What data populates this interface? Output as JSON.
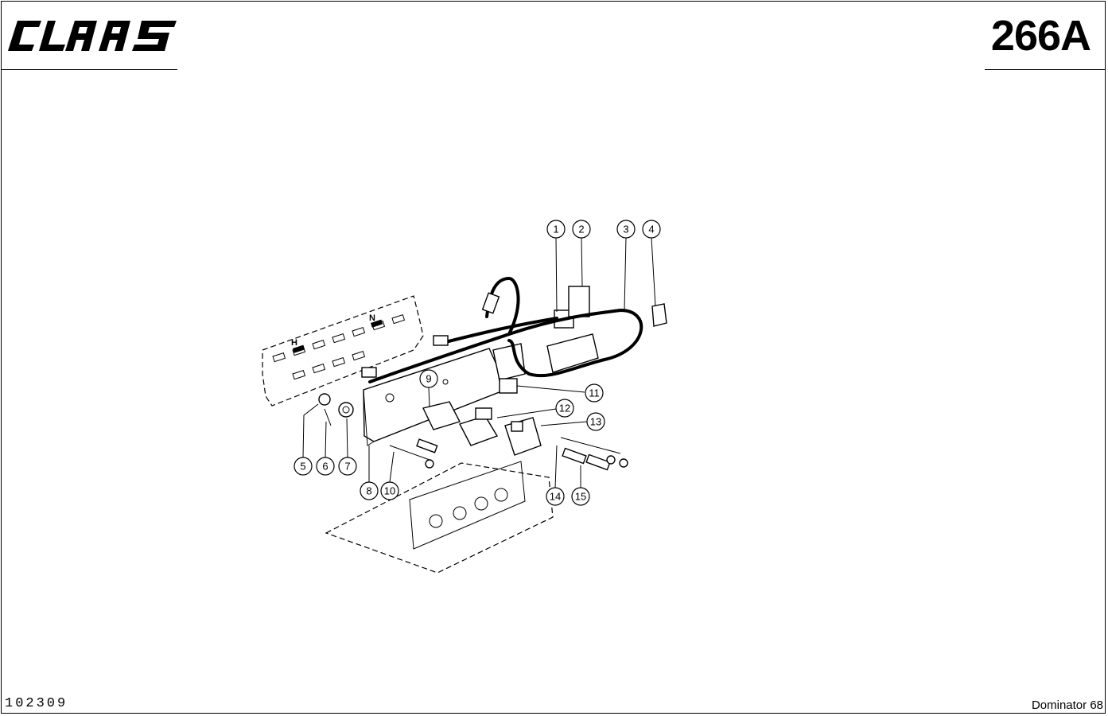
{
  "header": {
    "logo_text": "CLAAS",
    "sheet_number": "266A"
  },
  "footer": {
    "document_id": "102309",
    "model": "Dominator 68"
  },
  "diagram": {
    "panel_markings": [
      "H",
      "N"
    ],
    "callouts": [
      "1",
      "2",
      "3",
      "4",
      "5",
      "6",
      "7",
      "8",
      "9",
      "10",
      "11",
      "12",
      "13",
      "14",
      "15"
    ]
  }
}
